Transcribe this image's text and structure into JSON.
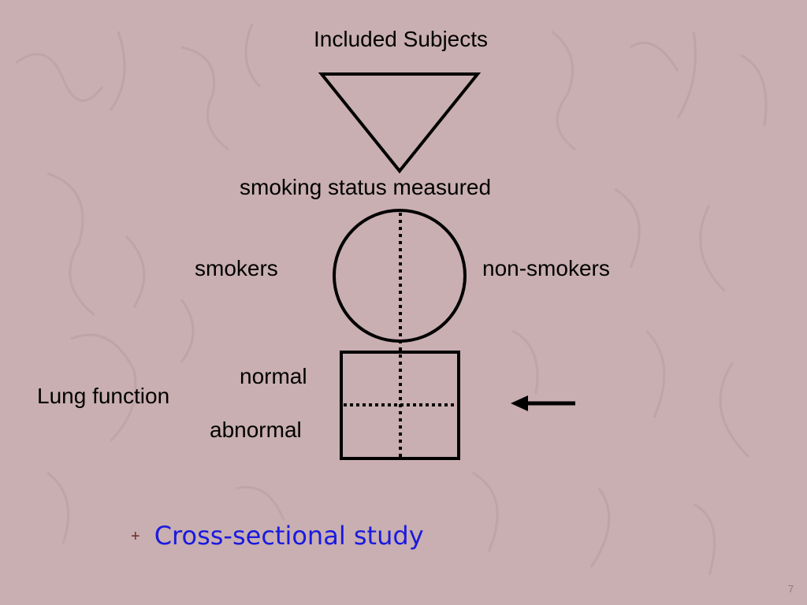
{
  "diagram": {
    "title": "Included Subjects",
    "measure_label": "smoking status measured",
    "group_left": "smokers",
    "group_right": "non-smokers",
    "outcome_label": "Lung function",
    "outcome_top": "normal",
    "outcome_bottom": "abnormal"
  },
  "bullet": {
    "marker": "+",
    "text": "Cross-sectional study"
  },
  "slide": {
    "page_number": "7"
  },
  "colors": {
    "background": "#c9afb1",
    "bullet_text": "#1a1adf",
    "bullet_marker": "#6b2a2a"
  }
}
